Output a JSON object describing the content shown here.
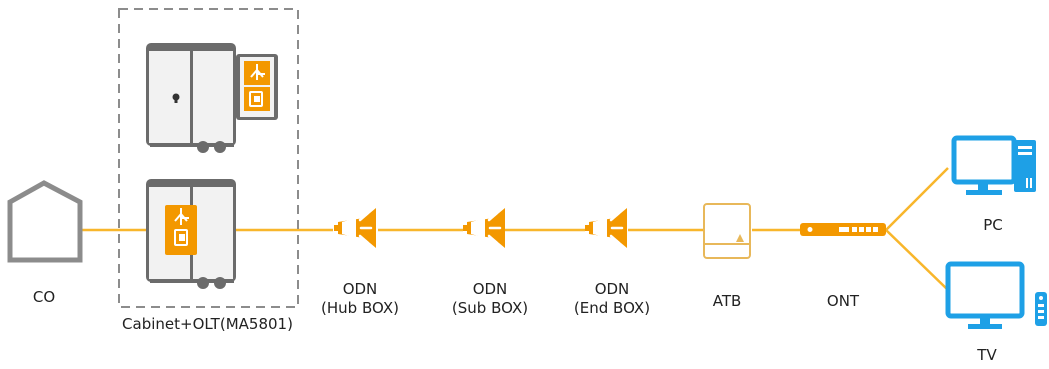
{
  "colors": {
    "line": "#f8b62b",
    "accent": "#f39800",
    "accent_dark": "#e58a00",
    "cabinet_gray": "#6b6b6b",
    "cabinet_light": "#f2f2f2",
    "border_gray": "#8c8c8c",
    "atb": "#e8b85a",
    "device_blue": "#1ea0e6",
    "text": "#222222"
  },
  "nodes": {
    "co": {
      "label": "CO",
      "icon": "house-outline-icon"
    },
    "cabinet": {
      "label": "Cabinet+OLT(MA5801)",
      "icon": "cabinet-icon"
    },
    "odn_hub": {
      "line1": "ODN",
      "line2": "(Hub BOX)",
      "icon": "splitter-icon"
    },
    "odn_sub": {
      "line1": "ODN",
      "line2": "(Sub BOX)",
      "icon": "splitter-icon"
    },
    "odn_end": {
      "line1": "ODN",
      "line2": "(End BOX)",
      "icon": "splitter-icon"
    },
    "atb": {
      "label": "ATB",
      "icon": "terminal-box-icon"
    },
    "ont": {
      "label": "ONT",
      "icon": "ont-router-icon"
    },
    "pc": {
      "label": "PC",
      "icon": "desktop-pc-icon"
    },
    "tv": {
      "label": "TV",
      "icon": "television-icon"
    }
  }
}
